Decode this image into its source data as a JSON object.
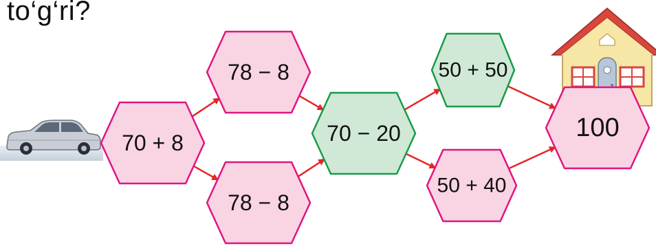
{
  "question_text": "to‘g‘ri?",
  "colors": {
    "pink_fill": "#f9d4e3",
    "pink_stroke": "#e0157f",
    "green_fill": "#cfe9d6",
    "green_stroke": "#1a9a4a",
    "arrow": "#e32626"
  },
  "nodes": {
    "start": {
      "label": "70 + 8",
      "color": "pink"
    },
    "upper_left": {
      "label": "78 − 8",
      "color": "pink"
    },
    "lower_left": {
      "label": "78 − 8",
      "color": "pink"
    },
    "center": {
      "label": "70 − 20",
      "color": "green"
    },
    "upper_right": {
      "label": "50 + 50",
      "color": "green"
    },
    "lower_right": {
      "label": "50 + 40",
      "color": "pink"
    },
    "goal": {
      "label": "100",
      "color": "pink"
    }
  },
  "edges": [
    [
      "start",
      "upper_left"
    ],
    [
      "start",
      "lower_left"
    ],
    [
      "upper_left",
      "center"
    ],
    [
      "lower_left",
      "center"
    ],
    [
      "center",
      "upper_right"
    ],
    [
      "center",
      "lower_right"
    ],
    [
      "upper_right",
      "goal"
    ],
    [
      "lower_right",
      "goal"
    ]
  ],
  "icons": {
    "start_picture": "car-icon",
    "goal_picture": "house-icon"
  }
}
